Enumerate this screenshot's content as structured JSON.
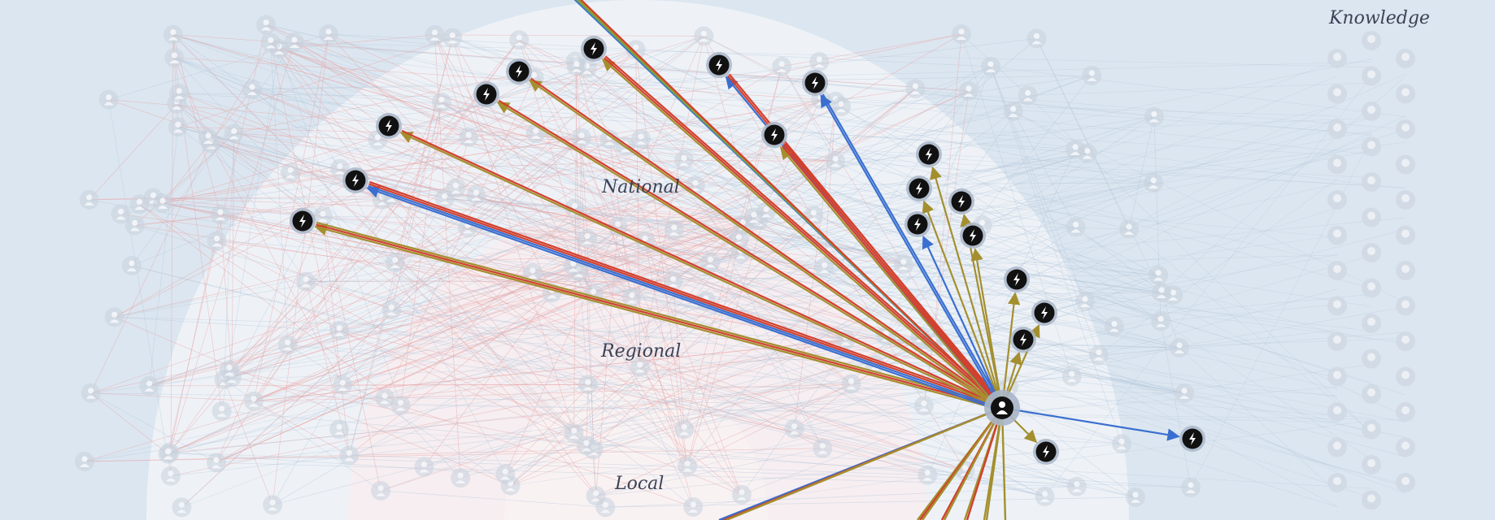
{
  "labels": {
    "knowledge": "Knowledge",
    "national": "National",
    "regional": "Regional",
    "local": "Local"
  },
  "colors": {
    "background": "#dce6f0",
    "national_zone": "#eef2f7",
    "regional_zone": "#f7eef0",
    "node_icon_fill": "#111111",
    "node_ring": "#a9b6c8",
    "link_blue": "#3a6fd0",
    "link_red": "#d2402e",
    "link_olive": "#a48f2e",
    "link_green": "#6aa84f",
    "faint_edge_red": "#e8a0a0",
    "faint_edge_blue": "#b0c4d8",
    "faint_node": "#c9d2dc"
  },
  "icons": {
    "central_node": "person-icon",
    "target_node": "lightning-bolt-icon",
    "background_node": "person-icon",
    "knowledge_node": "knowledge-icon"
  }
}
